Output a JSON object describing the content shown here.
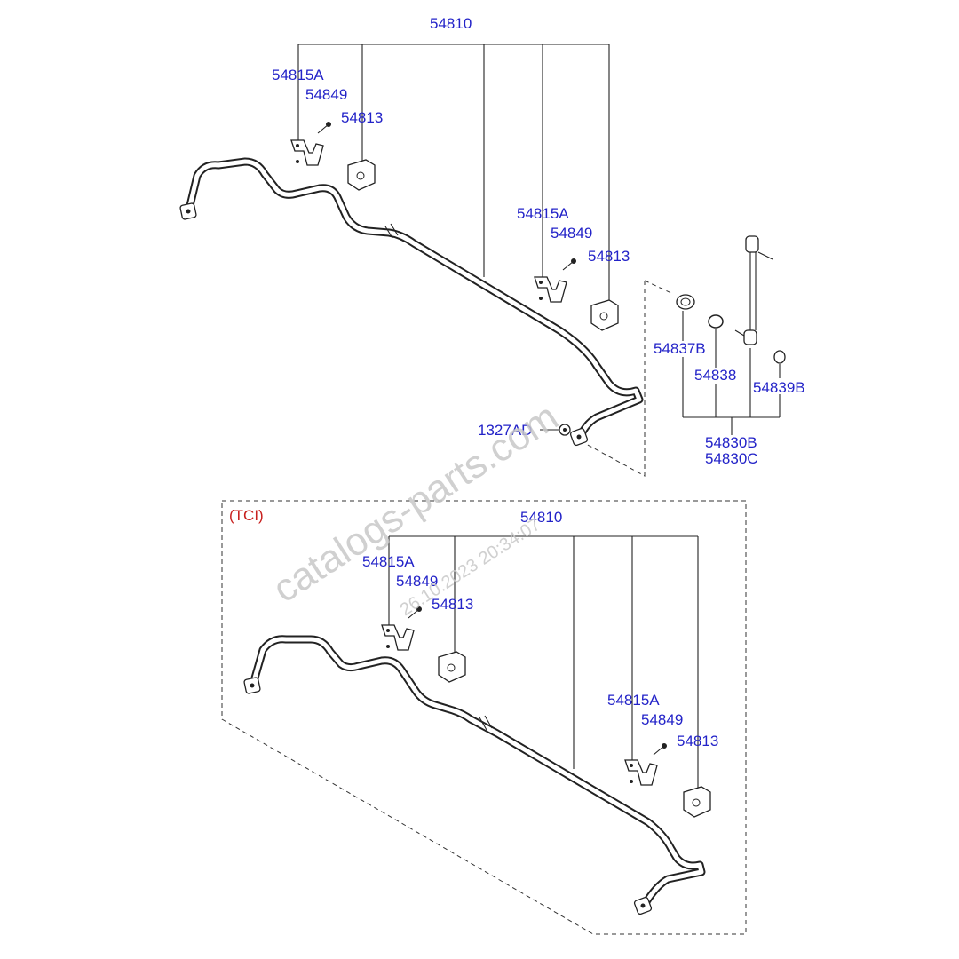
{
  "watermark": {
    "site": "catalogs-parts.com",
    "timestamp": "26.10.2023 20:34:07"
  },
  "upper_assembly": {
    "bar_part": "54810",
    "left_bracket": {
      "bracket": "54815A",
      "bolt": "54849",
      "bushing": "54813"
    },
    "right_bracket": {
      "bracket": "54815A",
      "bolt": "54849",
      "bushing": "54813"
    },
    "nut": "1327AD",
    "link_kit": {
      "dust_cover": "54837B",
      "ring": "54838",
      "cap": "54839B",
      "link_a": "54830B",
      "link_b": "54830C"
    }
  },
  "tci_assembly": {
    "variant": "(TCI)",
    "bar_part": "54810",
    "left_bracket": {
      "bracket": "54815A",
      "bolt": "54849",
      "bushing": "54813"
    },
    "right_bracket": {
      "bracket": "54815A",
      "bolt": "54849",
      "bushing": "54813"
    }
  },
  "colors": {
    "part_label": "#2323c8",
    "variant_label": "#c8201e",
    "watermark": "#c8c8c8"
  }
}
